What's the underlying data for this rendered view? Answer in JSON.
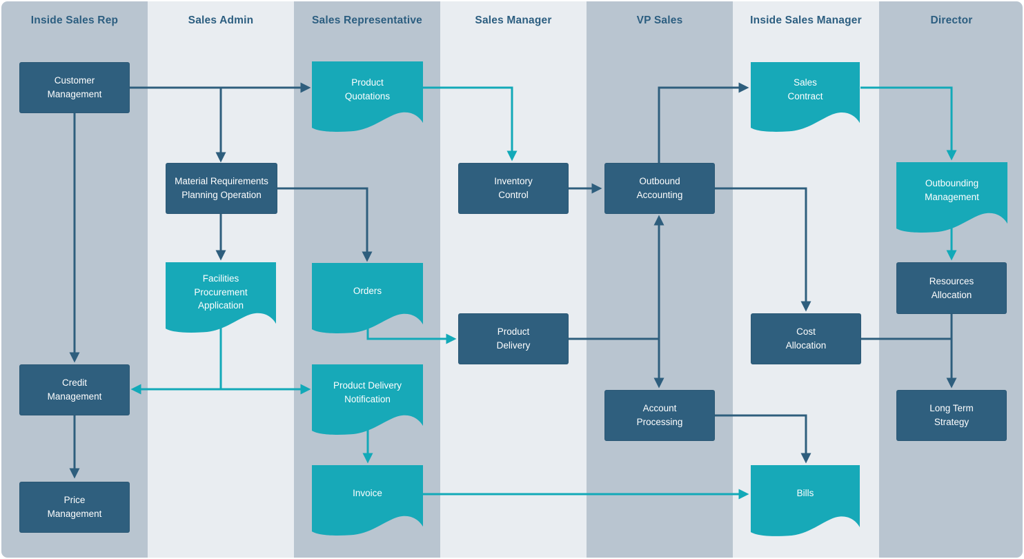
{
  "lanes": [
    {
      "label": "Inside Sales Rep"
    },
    {
      "label": "Sales Admin"
    },
    {
      "label": "Sales Representative"
    },
    {
      "label": "Sales Manager"
    },
    {
      "label": "VP Sales"
    },
    {
      "label": "Inside Sales Manager"
    },
    {
      "label": "Director"
    }
  ],
  "nodes": [
    {
      "id": "customer-management",
      "type": "process",
      "lane": "Inside Sales Rep",
      "label": "Customer\nManagement"
    },
    {
      "id": "product-quotations",
      "type": "document",
      "lane": "Sales Representative",
      "label": "Product\nQuotations"
    },
    {
      "id": "sales-contract",
      "type": "document",
      "lane": "Inside Sales Manager",
      "label": "Sales\nContract"
    },
    {
      "id": "mrp-operation",
      "type": "process",
      "lane": "Sales Admin",
      "label": "Material Requirements\nPlanning Operation"
    },
    {
      "id": "inventory-control",
      "type": "process",
      "lane": "Sales Manager",
      "label": "Inventory\nControl"
    },
    {
      "id": "outbound-accounting",
      "type": "process",
      "lane": "VP Sales",
      "label": "Outbound\nAccounting"
    },
    {
      "id": "outbounding-management",
      "type": "document",
      "lane": "Director",
      "label": "Outbounding\nManagement"
    },
    {
      "id": "facilities-procurement-application",
      "type": "document",
      "lane": "Sales Admin",
      "label": "Facilities\nProcurement\nApplication"
    },
    {
      "id": "orders",
      "type": "document",
      "lane": "Sales Representative",
      "label": "Orders"
    },
    {
      "id": "resources-allocation",
      "type": "process",
      "lane": "Director",
      "label": "Resources\nAllocation"
    },
    {
      "id": "product-delivery",
      "type": "process",
      "lane": "Sales Manager",
      "label": "Product\nDelivery"
    },
    {
      "id": "cost-allocation",
      "type": "process",
      "lane": "Inside Sales Manager",
      "label": "Cost\nAllocation"
    },
    {
      "id": "credit-management",
      "type": "process",
      "lane": "Inside Sales Rep",
      "label": "Credit\nManagement"
    },
    {
      "id": "product-delivery-notification",
      "type": "document",
      "lane": "Sales Representative",
      "label": "Product Delivery\nNotification"
    },
    {
      "id": "account-processing",
      "type": "process",
      "lane": "VP Sales",
      "label": "Account\nProcessing"
    },
    {
      "id": "long-term-strategy",
      "type": "process",
      "lane": "Director",
      "label": "Long Term\nStrategy"
    },
    {
      "id": "invoice",
      "type": "document",
      "lane": "Sales Representative",
      "label": "Invoice"
    },
    {
      "id": "bills",
      "type": "document",
      "lane": "Inside Sales Manager",
      "label": "Bills"
    },
    {
      "id": "price-management",
      "type": "process",
      "lane": "Inside Sales Rep",
      "label": "Price\nManagement"
    }
  ],
  "colors": {
    "navy": "#2F5F7E",
    "teal": "#17A9B8",
    "arrow-navy": "#2E5E7D",
    "arrow-teal": "#12A9B8",
    "lane-dark": "#B9C5D0",
    "lane-light": "#E9EDF1",
    "header-text": "#2C5E80",
    "node-text": "#FFFFFF",
    "canvas": "#FFFFFF"
  }
}
